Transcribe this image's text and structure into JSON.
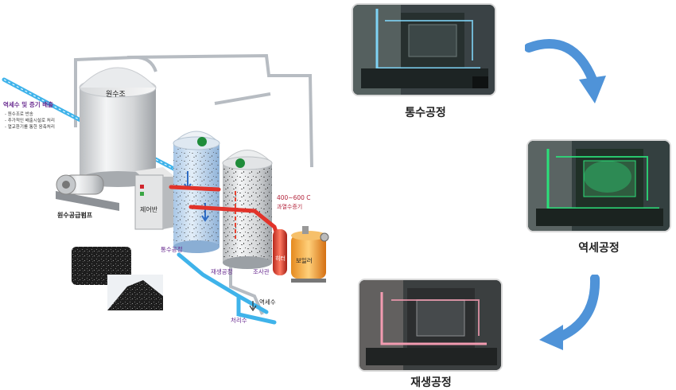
{
  "diagram": {
    "labels": {
      "raw_water_tank": "원수조",
      "discharge_title": "역세수 및 증기 배출",
      "discharge_notes": [
        "- 원수조로 반송",
        "- 추가적인 배출시설로 처리",
        "- 열교환기를 통한 응축처리"
      ],
      "raw_water_pump": "원수공급펌프",
      "control_panel": "제어반",
      "temperature": "400~600 C",
      "superheated_steam": "과열수증기",
      "water_flow_process": "통수공정",
      "regeneration_process": "재생공정",
      "blower": "조사관",
      "heater": "히터",
      "boiler": "보일러",
      "backwash": "역세수",
      "treated_water": "처리수"
    }
  },
  "photos": [
    {
      "caption": "통수공정",
      "glow": "#7fd3f5"
    },
    {
      "caption": "역세공정",
      "glow": "#2be07a"
    },
    {
      "caption": "재생공정",
      "glow": "#f29bb0"
    }
  ],
  "colors": {
    "cold_pipe": "#3fb3ea",
    "hot_pipe": "#e2332a",
    "arrow": "#4f93d8",
    "label_purple": "#6a2c91"
  }
}
